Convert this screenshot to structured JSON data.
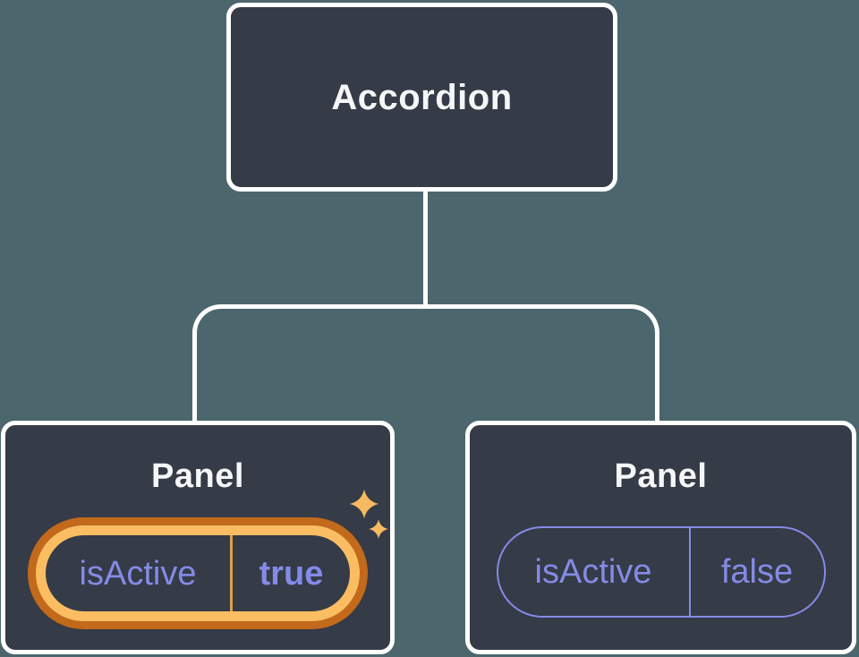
{
  "diagram": {
    "root": {
      "label": "Accordion"
    },
    "panels": [
      {
        "label": "Panel",
        "prop_name": "isActive",
        "prop_value": "true",
        "state": "active",
        "highlight": "orange-ring",
        "decoration": "sparkles"
      },
      {
        "label": "Panel",
        "prop_name": "isActive",
        "prop_value": "false",
        "state": "inactive"
      }
    ]
  },
  "colors": {
    "bg": "#4C666E",
    "node": "#353B47",
    "line": "#FFFFFF",
    "title": "#F5F6F8",
    "purple": "#848BE6",
    "ring-outer": "#C2691B",
    "ring-inner": "#FABD62",
    "divider-orange": "#DFA04B",
    "sparkle": "#F7BA61"
  }
}
